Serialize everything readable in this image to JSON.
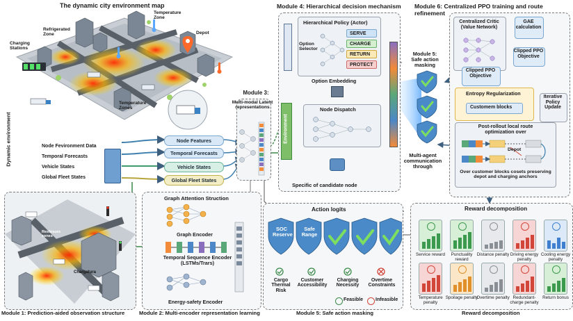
{
  "map": {
    "title": "The dynamic city environment map",
    "labels": {
      "refrigerated": "Refrigerated Zone",
      "charging": "Charging Stations",
      "temperature_zone": "Temperature Zone",
      "depot": "Depot",
      "temperature_zones": "Temperature Zones"
    }
  },
  "dyn_env": "Dynamic environment",
  "inputs": {
    "node_env": "Node Fevironment Data",
    "temporal": "Temporal Forecasts",
    "vehicle": "Vehicle States",
    "fleet": "Global Fleet States"
  },
  "features": [
    "Node Features",
    "Temporal Forecasts",
    "Vehicle States",
    "Global Fleet States"
  ],
  "module1": {
    "caption": "Module 1: Prediction-aided observation structure",
    "labels": {
      "pressure": "Resfesure zones",
      "charge": "Chargatura"
    }
  },
  "module2": {
    "caption": "Module 2: Multi-encoder representation learning",
    "title": "Graph Attention Struction",
    "graph": "Graph Encoder",
    "temporal": "Temporal Sequence Encoder (LSTMs/Trars)",
    "energy": "Energy-safety Encoder"
  },
  "module3": {
    "title": "Module 3:",
    "subtitle": "Multi-modal Latent representations"
  },
  "module4": {
    "title": "Module 4: Hierarchical decision mechanism",
    "policy": "Hierarchical Policy (Actor)",
    "option_selector": "Option Selector",
    "options": [
      "SERVE",
      "CHARGE",
      "RETURN",
      "PROTECT"
    ],
    "option_embedding": "Option Embedding",
    "node_dispatch": "Node Dispatch",
    "environment": "Environment",
    "specific": "Specific of candidate node"
  },
  "module5": {
    "title": "Module 5: Safe action masking",
    "action_logits": "Action logits",
    "soc": "SOC Reserve",
    "safe": "Safe Range",
    "constraints": [
      "Cargo Thermal Risk",
      "Customer Accessibility",
      "Charging Necessity",
      "Overtime Constraints"
    ],
    "feasible": "Feasible",
    "infeasible": "Infeasible",
    "caption": "Module 5: Safe action masking",
    "comm": "Multi-agent communication through"
  },
  "module6": {
    "title": "Module 6: Centralized PPO training and route refinement",
    "critic": "Centralized Critic (Value Network)",
    "gae": "GAE calculation",
    "clip1": "Clipped PPO Objective",
    "clip2": "Clipped PPO Objective",
    "entropy": "Entropy Regularization",
    "custom": "Customem blocks",
    "iter": "Iterative Policy Update",
    "post": "Post-rollout local route optimization over",
    "depot": "Depot",
    "over": "Over customer blocks cosets preserving depot and charging anchors"
  },
  "reward": {
    "title": "Reward decomposition",
    "caption": "Reward decomposition",
    "items": [
      "Service reward",
      "Punctuality reward",
      "Distance penalty",
      "Driving energy penalty",
      "Cooling energy penalty",
      "Temperature penalty",
      "Spoilage penalty",
      "Overtime penalty",
      "Redundant-charge penalty",
      "Return bonus"
    ]
  }
}
